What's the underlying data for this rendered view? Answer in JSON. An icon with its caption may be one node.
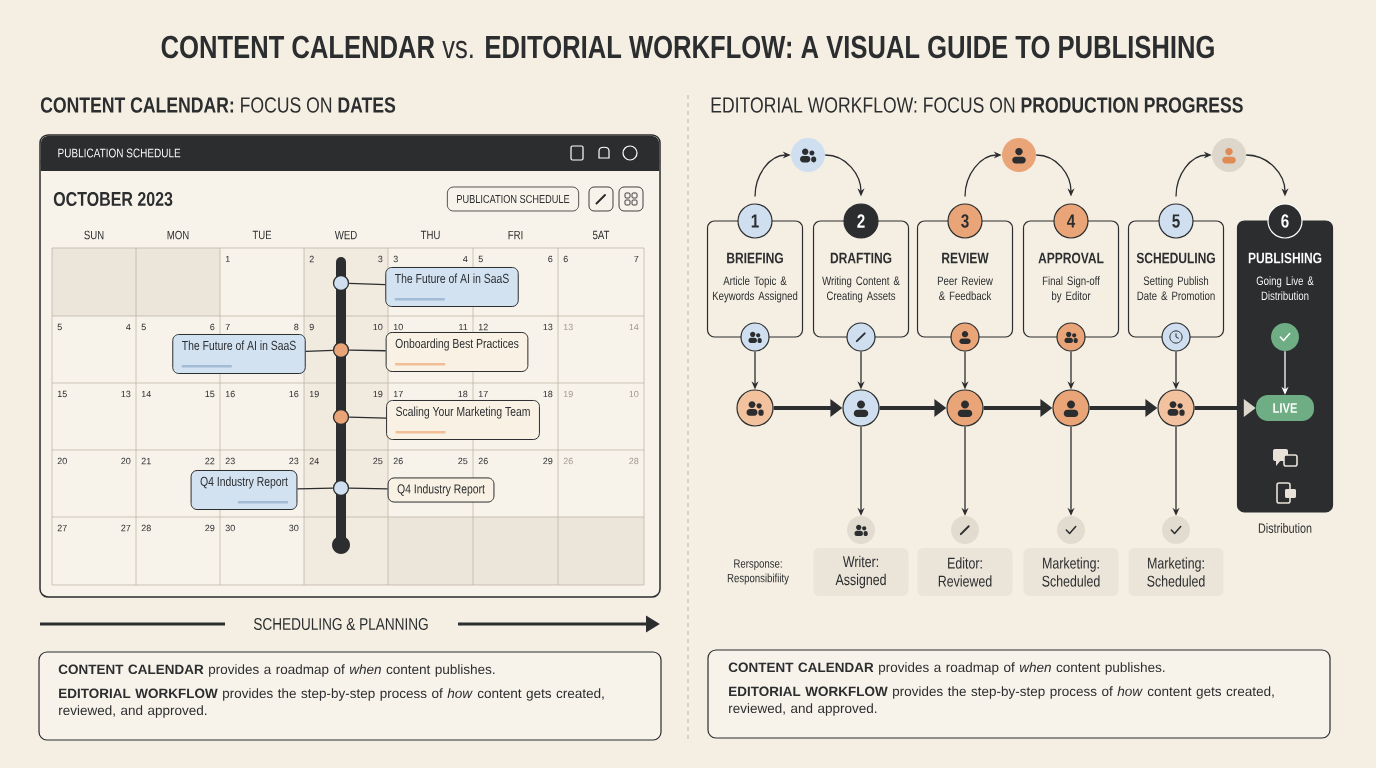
{
  "diagram": {
    "title": "**CONTENT CALENDAR** vs. **EDITORIAL WORKFLOW: A VISUAL GUIDE TO PUBLISHING**",
    "nodes": [
      {
        "text": [
          "PUBLICATION SCHEDULE"
        ]
      },
      {
        "text": [
          "PUBLICATION SCHEDULE"
        ],
        "in": 0
      },
      {
        "text": [
          "The Future of AI in SaaS"
        ],
        "in": 0
      },
      {
        "text": [
          "Onboarding Best Practices"
        ],
        "in": 0
      },
      {
        "text": [
          "Scaling Your Marketing Team"
        ],
        "in": 0
      },
      {
        "text": [
          "Q4 Industry Report"
        ],
        "in": 0
      },
      {
        "text": [
          "The Future of AI in SaaS"
        ],
        "in": 0
      },
      {
        "text": [
          "Q4 Industry Report"
        ],
        "in": 0
      },
      {
        "text": [],
        "shape": "circle",
        "in": 0
      },
      {
        "text": [],
        "shape": "circle",
        "in": 0
      },
      {
        "text": [],
        "shape": "circle",
        "in": 0
      },
      {
        "text": [],
        "shape": "circle",
        "in": 0
      },
      {
        "text": [
          "**CONTENT CALENDAR** provides a roadmap of *when* content publishes.",
          "**EDITORIAL WORKFLOW** provides the step-by-step process of *how* content gets created, reviewed, and approved."
        ]
      },
      {
        "text": [
          "1",
          "BRIEFING",
          "Article Topic & Keywords Assigned"
        ]
      },
      {
        "text": [
          "2",
          "DRAFTING",
          "Writing Content & Creating Assets"
        ]
      },
      {
        "text": [
          "3",
          "REVIEW",
          "Peer Review & Feedback"
        ]
      },
      {
        "text": [
          "4",
          "APPROVAL",
          "Final Sign-off by Editor"
        ]
      },
      {
        "text": [
          "5",
          "SCHEDULING",
          "Setting Publish Date & Promotion"
        ]
      },
      {
        "text": [
          "6",
          "PUBLISHING",
          "Going Live & Distribution"
        ],
        "beside": [
          "Distribution"
        ]
      },
      {
        "text": [],
        "shape": "circle"
      },
      {
        "text": [],
        "shape": "circle"
      },
      {
        "text": [],
        "shape": "circle"
      },
      {
        "text": [],
        "shape": "circle"
      },
      {
        "text": [],
        "shape": "circle"
      },
      {
        "text": [],
        "shape": "circle"
      },
      {
        "text": [],
        "shape": "circle"
      },
      {
        "text": [],
        "shape": "circle"
      },
      {
        "text": [],
        "shape": "circle",
        "in": 18
      },
      {
        "text": [],
        "shape": "circle"
      },
      {
        "text": [],
        "shape": "circle"
      },
      {
        "text": [],
        "shape": "circle"
      },
      {
        "text": [],
        "shape": "circle"
      },
      {
        "text": [],
        "shape": "circle"
      },
      {
        "text": [
          "LIVE"
        ],
        "in": 18
      },
      {
        "text": [],
        "shape": "circle"
      },
      {
        "text": [],
        "shape": "circle"
      },
      {
        "text": [],
        "shape": "circle"
      },
      {
        "text": [],
        "shape": "circle"
      },
      {
        "text": [
          "Writer: Assigned"
        ]
      },
      {
        "text": [
          "Editor: Reviewed"
        ]
      },
      {
        "text": [
          "Marketing: Scheduled"
        ]
      },
      {
        "text": [
          "Marketing: Scheduled"
        ]
      },
      {
        "text": [
          "**CONTENT CALENDAR** provides a roadmap of *when* content publishes.",
          "**EDITORIAL WORKFLOW** provides the step-by-step process of *how* content gets created, reviewed, and approved."
        ]
      }
    ],
    "edges": [
      {
        "from": 8,
        "to": 2,
        "arrow": "none"
      },
      {
        "from": 9,
        "to": 6,
        "arrow": "none"
      },
      {
        "from": 9,
        "to": 3,
        "arrow": "none"
      },
      {
        "from": 10,
        "to": 4,
        "arrow": "none"
      },
      {
        "from": 11,
        "to": 7,
        "arrow": "none"
      },
      {
        "from": 11,
        "to": 5,
        "arrow": "none"
      },
      {
        "from": 13,
        "to": 19,
        "arrow": "to"
      },
      {
        "from": 19,
        "to": 14,
        "arrow": "to"
      },
      {
        "from": 15,
        "to": 20,
        "arrow": "to"
      },
      {
        "from": 20,
        "to": 16,
        "arrow": "to"
      },
      {
        "from": 17,
        "to": 21,
        "arrow": "to"
      },
      {
        "from": 21,
        "to": 18,
        "arrow": "to"
      },
      {
        "from": 22,
        "to": 28,
        "arrow": "to"
      },
      {
        "from": 23,
        "to": 29,
        "arrow": "to"
      },
      {
        "from": 24,
        "to": 30,
        "arrow": "to"
      },
      {
        "from": 25,
        "to": 31,
        "arrow": "to"
      },
      {
        "from": 26,
        "to": 32,
        "arrow": "to"
      },
      {
        "from": 27,
        "to": 33,
        "arrow": "to",
        "color": "#ffffff"
      },
      {
        "from": 28,
        "to": 29,
        "arrow": "to",
        "style": "thick"
      },
      {
        "from": 29,
        "to": 30,
        "arrow": "to",
        "style": "thick"
      },
      {
        "from": 30,
        "to": 31,
        "arrow": "to",
        "style": "thick"
      },
      {
        "from": 31,
        "to": 32,
        "arrow": "to",
        "style": "thick"
      },
      {
        "from": 32,
        "to": 33,
        "arrow": "to",
        "style": "thick"
      },
      {
        "from": 29,
        "to": 34,
        "arrow": "to"
      },
      {
        "from": 30,
        "to": 35,
        "arrow": "to"
      },
      {
        "from": 31,
        "to": 36,
        "arrow": "to"
      },
      {
        "from": 32,
        "to": 37,
        "arrow": "to"
      }
    ],
    "labels": [
      "**CONTENT CALENDAR:** FOCUS ON **DATES**",
      "EDITORIAL WORKFLOW: FOCUS ON **PRODUCTION PROGRESS**",
      "OCTOBER 2023",
      "SUN",
      "MON",
      "TUE",
      "WED",
      "THU",
      "FRI",
      "5AT",
      "1",
      "2",
      "3",
      "3",
      "4",
      "5",
      "6",
      "6",
      "7",
      "5",
      "4",
      "5",
      "6",
      "7",
      "8",
      "9",
      "10",
      "10",
      "11",
      "12",
      "13",
      "13",
      "14",
      "15",
      "13",
      "14",
      "15",
      "16",
      "16",
      "19",
      "19",
      "17",
      "18",
      "17",
      "18",
      "19",
      "10",
      "20",
      "20",
      "21",
      "22",
      "23",
      "23",
      "24",
      "25",
      "26",
      "25",
      "26",
      "29",
      "26",
      "28",
      "27",
      "27",
      "28",
      "29",
      "30",
      "30",
      "SCHEDULING & PLANNING",
      "Rersponse: Responsibifiity"
    ]
  }
}
